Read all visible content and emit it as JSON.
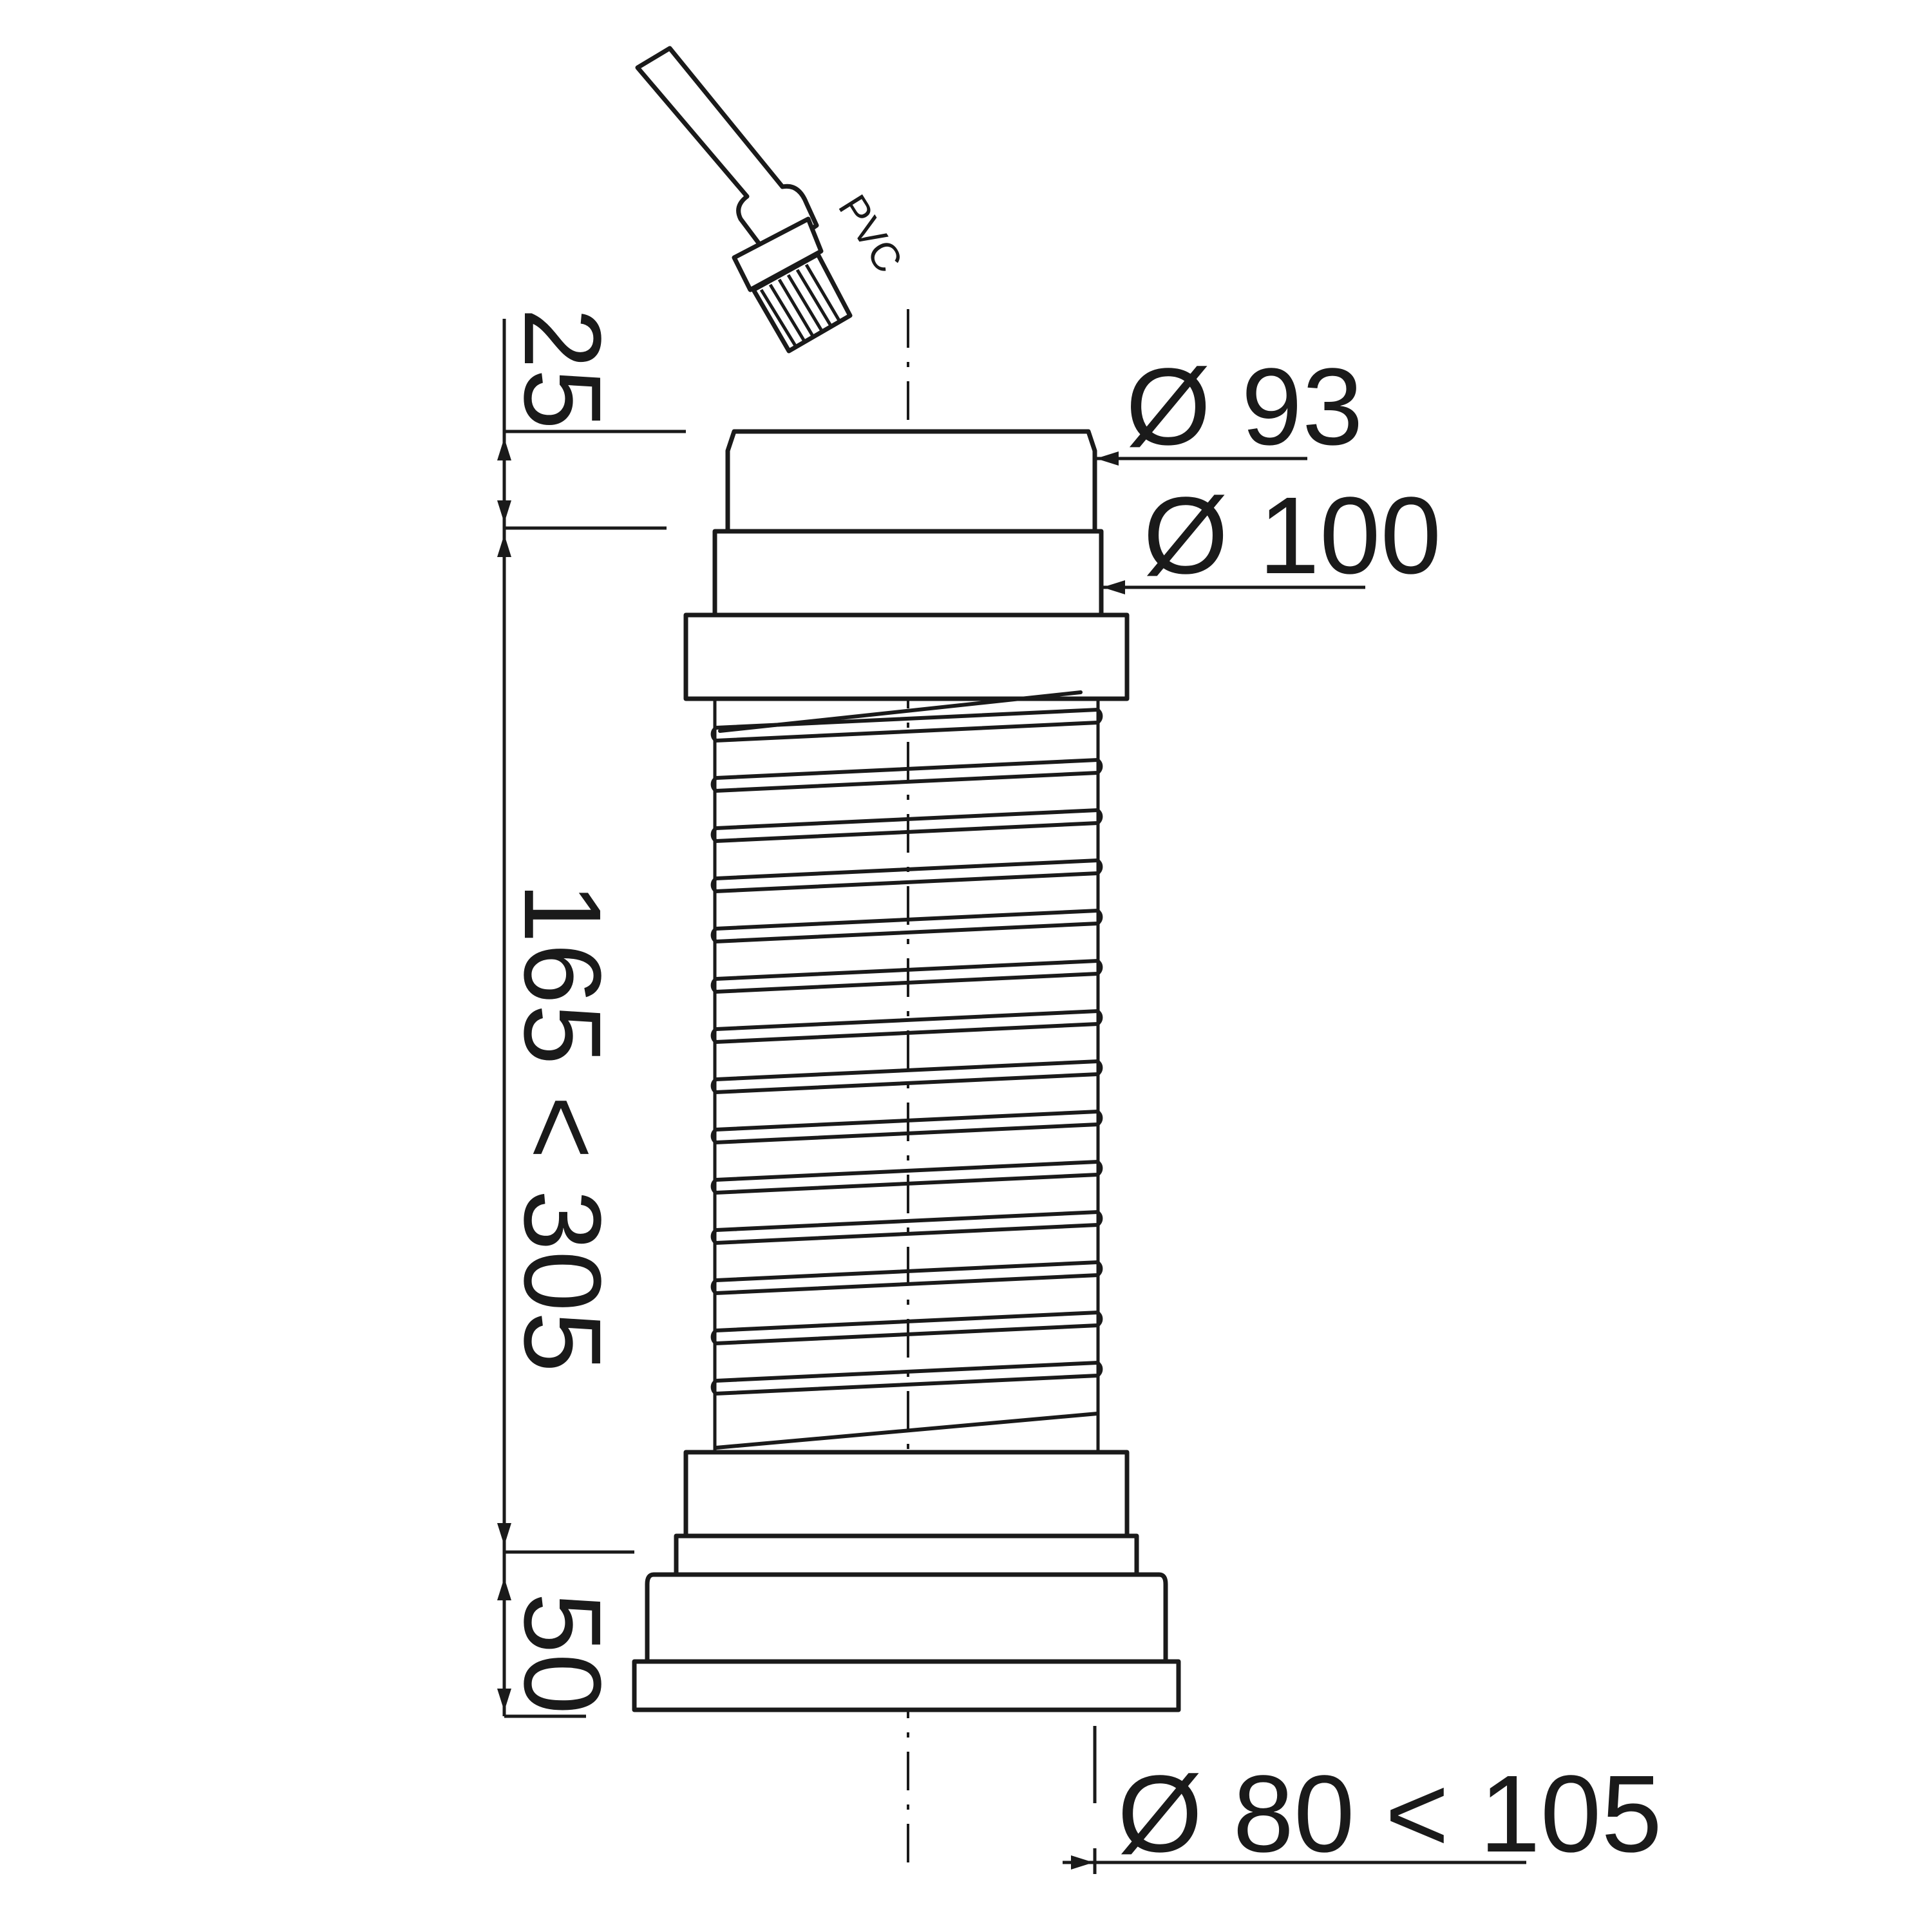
{
  "dimensions": {
    "top_socket_height": "25",
    "body_length": "165 < 305",
    "bottom_socket_height": "50",
    "top_inner_diameter": "Ø 93",
    "top_outer_diameter": "Ø 100",
    "bottom_diameter_range": "Ø 80 < 105"
  },
  "adhesive_label": "PVC",
  "icons": {
    "glue_brush": "brush-icon"
  }
}
